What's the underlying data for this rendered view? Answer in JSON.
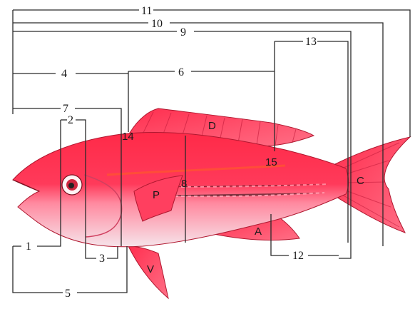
{
  "measure_labels": {
    "l1": "1",
    "l2": "2",
    "l3": "3",
    "l4": "4",
    "l5": "5",
    "l6": "6",
    "l7": "7",
    "l8": "8",
    "l9": "9",
    "l10": "10",
    "l11": "11",
    "l12": "12",
    "l13": "13",
    "l14": "14",
    "l15": "15"
  },
  "fin_labels": {
    "dorsal": "D",
    "pectoral": "P",
    "anal": "A",
    "ventral": "V",
    "caudal": "C"
  },
  "colors": {
    "body_red": "#ff2a44",
    "belly_pink": "#f7dfe6",
    "fin_red": "#ff4a66",
    "line": "#2a2a2a"
  }
}
